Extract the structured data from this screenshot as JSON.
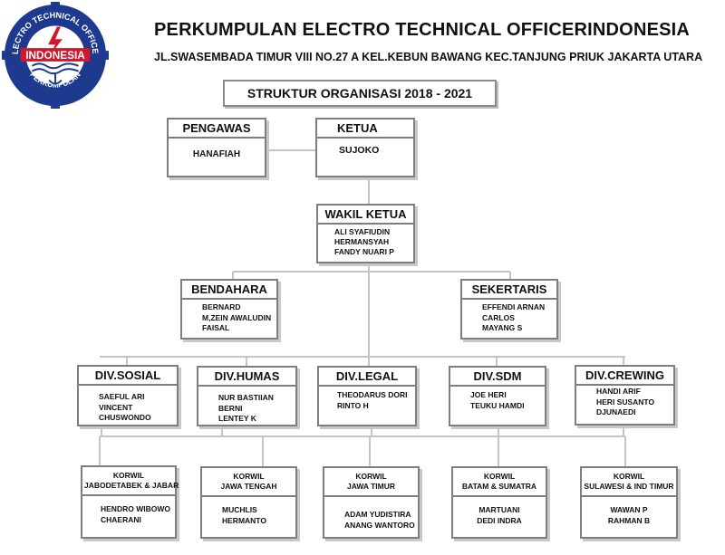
{
  "header": {
    "org_title": "PERKUMPULAN ELECTRO TECHNICAL OFFICERINDONESIA",
    "address": "JL.SWASEMBADA TIMUR VIII NO.27 A KEL.KEBUN BAWANG KEC.TANJUNG PRIUK JAKARTA UTARA",
    "logo_text_top": "ELECTRO TECHNICAL OFFICER",
    "logo_text_center": "INDONESIA",
    "logo_text_bottom": "PERKUMPULAN"
  },
  "structure_title": "STRUKTUR ORGANISASI 2018 - 2021",
  "pengawas": {
    "title": "PENGAWAS",
    "members": [
      "HANAFIAH"
    ]
  },
  "ketua": {
    "title": "KETUA",
    "members": [
      "SUJOKO"
    ]
  },
  "wakil_ketua": {
    "title": "WAKIL KETUA",
    "members": [
      "ALI SYAFIUDIN",
      "HERMANSYAH",
      "FANDY  NUARI P"
    ]
  },
  "bendahara": {
    "title": "BENDAHARA",
    "members": [
      "BERNARD",
      "M,ZEIN AWALUDIN",
      "FAISAL"
    ]
  },
  "sekertaris": {
    "title": "SEKERTARIS",
    "members": [
      "EFFENDI ARNAN",
      "CARLOS",
      "MAYANG S"
    ]
  },
  "divisions": [
    {
      "title": "DIV.SOSIAL",
      "members": [
        "SAEFUL ARI",
        "VINCENT",
        "CHUSWONDO"
      ]
    },
    {
      "title": "DIV.HUMAS",
      "members": [
        "NUR BASTIIAN",
        "BERNI",
        "LENTEY K"
      ]
    },
    {
      "title": "DIV.LEGAL",
      "members": [
        "THEODARUS DORI",
        "RINTO H"
      ]
    },
    {
      "title": "DIV.SDM",
      "members": [
        "JOE HERI",
        "TEUKU HAMDI"
      ]
    },
    {
      "title": "DIV.CREWING",
      "members": [
        "HANDI ARIF",
        "HERI SUSANTO",
        "DJUNAEDI"
      ]
    }
  ],
  "korwil": [
    {
      "l1": "KORWIL",
      "l2": "JABODETABEK & JABAR",
      "members": [
        "HENDRO WIBOWO",
        "CHAERANI"
      ]
    },
    {
      "l1": "KORWIL",
      "l2": "JAWA TENGAH",
      "members": [
        "MUCHLIS",
        "HERMANTO"
      ]
    },
    {
      "l1": "KORWIL",
      "l2": "JAWA TIMUR",
      "members": [
        "ADAM YUDISTIRA",
        "ANANG WANTORO"
      ]
    },
    {
      "l1": "KORWIL",
      "l2": "BATAM & SUMATRA",
      "members": [
        "MARTUANI",
        "DEDI INDRA"
      ]
    },
    {
      "l1": "KORWIL",
      "l2": "SULAWESI & IND TIMUR",
      "members": [
        "WAWAN P",
        "RAHMAN B"
      ]
    }
  ],
  "colors": {
    "logo_blue": "#1d3a8f",
    "logo_red": "#d0182b",
    "border": "#7e7e7e",
    "connector": "#c8c8c8"
  }
}
